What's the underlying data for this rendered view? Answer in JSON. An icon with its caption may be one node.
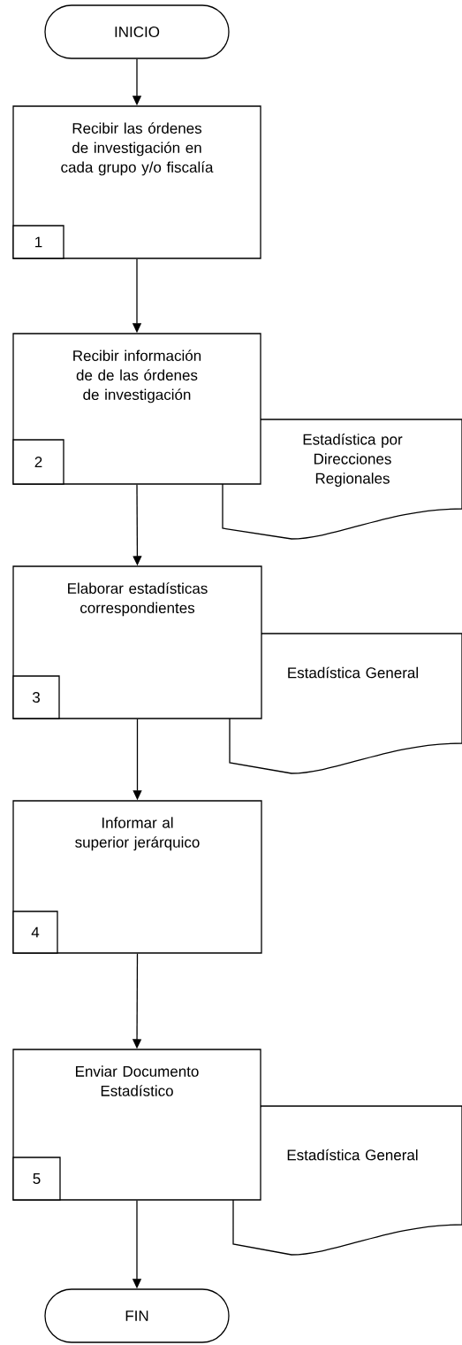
{
  "diagram": {
    "nodes": [
      {
        "text": [
          "INICIO"
        ]
      },
      {
        "text": [
          "Recibir las órdenes de investigación en cada grupo y/o fiscalía"
        ]
      },
      {
        "text": [
          "1"
        ],
        "in": 1
      },
      {
        "text": [
          "Recibir información de de las órdenes de investigación"
        ]
      },
      {
        "text": [
          "2"
        ],
        "in": 3
      },
      {
        "text": [
          "Estadística por Direcciones Regionales"
        ]
      },
      {
        "text": [
          "Elaborar estadísticas correspondientes"
        ]
      },
      {
        "text": [
          "3"
        ],
        "in": 6
      },
      {
        "text": [
          "Estadística General"
        ]
      },
      {
        "text": [
          "Informar al superior jerárquico"
        ]
      },
      {
        "text": [
          "4"
        ],
        "in": 9
      },
      {
        "text": [
          "Enviar Documento Estadístico"
        ]
      },
      {
        "text": [
          "5"
        ],
        "in": 11
      },
      {
        "text": [
          "Estadística General"
        ]
      },
      {
        "text": [
          "FIN"
        ]
      }
    ],
    "edges": [
      {
        "from": 0,
        "to": 1,
        "arrow": "to"
      },
      {
        "from": 1,
        "to": 3,
        "arrow": "to"
      },
      {
        "from": 3,
        "to": 6,
        "arrow": "to"
      },
      {
        "from": 6,
        "to": 9,
        "arrow": "to"
      },
      {
        "from": 9,
        "to": 11,
        "arrow": "to"
      },
      {
        "from": 11,
        "to": 14,
        "arrow": "to"
      }
    ]
  }
}
